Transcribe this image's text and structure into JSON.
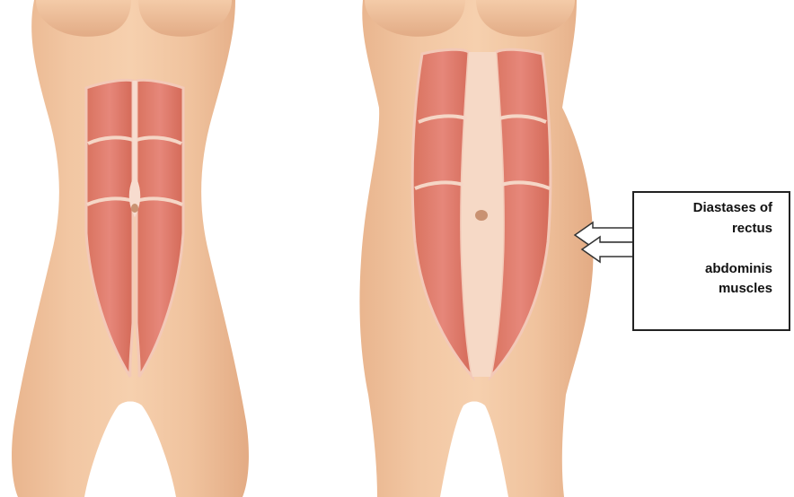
{
  "figure": {
    "label_lines": [
      "Diastases of",
      "rectus",
      "abdominis",
      "muscles"
    ]
  }
}
